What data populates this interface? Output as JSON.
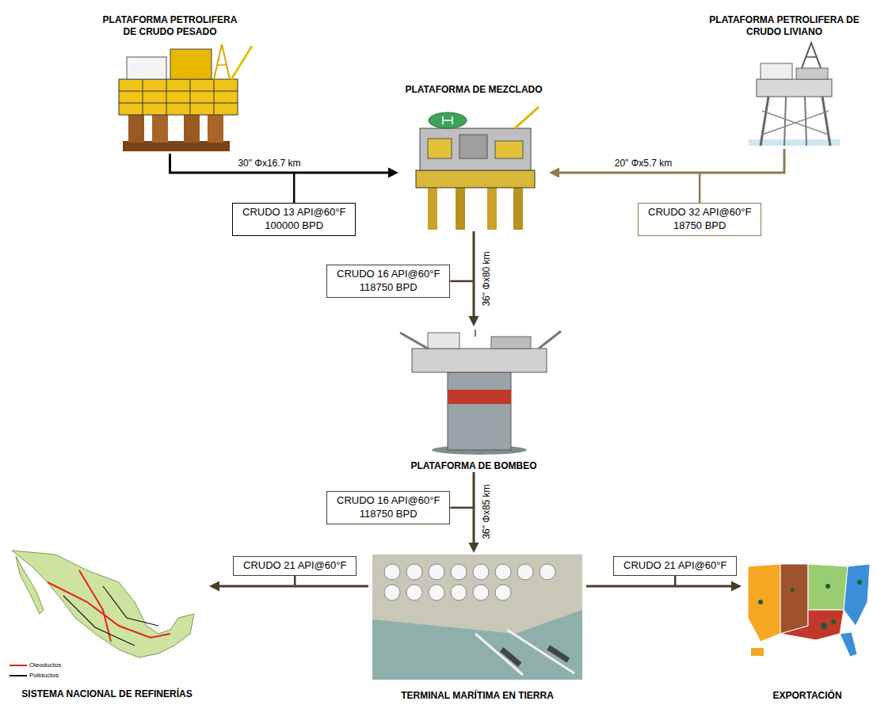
{
  "diagram": {
    "nodes": [
      {
        "text": [
          "PLATAFORMA PETROLIFERA DE CRUDO PESADO"
        ]
      },
      {
        "text": [
          "PLATAFORMA PETROLIFERA DE CRUDO LIVIANO"
        ]
      },
      {
        "text": [
          "PLATAFORMA DE MEZCLADO"
        ]
      },
      {
        "text": [
          "PLATAFORMA DE BOMBEO"
        ]
      },
      {
        "text": [
          "TERMINAL MARÍTIMA EN TIERRA"
        ]
      },
      {
        "text": [
          "SISTEMA NACIONAL DE REFINERÍAS"
        ]
      },
      {
        "text": [
          "EXPORTACIÓN"
        ]
      },
      {
        "text": [
          "CRUDO 13 API@60°F",
          "100000 BPD"
        ]
      },
      {
        "text": [
          "CRUDO 32 API@60°F",
          "18750 BPD"
        ]
      },
      {
        "text": [
          "CRUDO 16 API@60°F",
          "118750 BPD"
        ]
      },
      {
        "text": [
          "CRUDO 16 API@60°F",
          "118750 BPD"
        ]
      },
      {
        "text": [
          "CRUDO 21 API@60°F"
        ]
      },
      {
        "text": [
          "CRUDO 21 API@60°F"
        ]
      }
    ],
    "edges": [
      {
        "from": 0,
        "to": 2,
        "label": "30\" Φx16.7 km",
        "arrow": "to"
      },
      {
        "from": 1,
        "to": 2,
        "label": "20\" Φx5.7 km",
        "arrow": "to"
      },
      {
        "from": 2,
        "to": 3,
        "label": "36\" Φx80 km",
        "arrow": "to"
      },
      {
        "from": 3,
        "to": 4,
        "label": "36\" Φx85 km",
        "arrow": "to"
      },
      {
        "from": 4,
        "to": 5,
        "arrow": "to"
      },
      {
        "from": 4,
        "to": 6,
        "arrow": "to"
      }
    ],
    "legend": [
      {
        "text": "Oleoductos"
      },
      {
        "text": "Poliductos"
      }
    ]
  }
}
